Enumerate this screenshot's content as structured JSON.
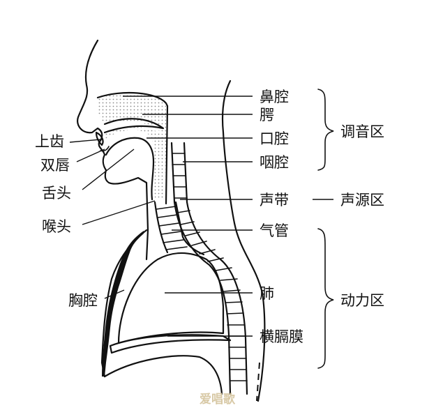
{
  "diagram": {
    "labels": {
      "nasal_cavity": "鼻腔",
      "palate": "腭",
      "oral_cavity": "口腔",
      "pharynx": "咽腔",
      "upper_teeth": "上齿",
      "lips": "双唇",
      "tongue": "舌头",
      "larynx": "喉头",
      "vocal_cords": "声带",
      "trachea": "气管",
      "chest_cavity": "胸腔",
      "lungs": "肺",
      "diaphragm": "横膈膜"
    },
    "groups": {
      "articulation": "调音区",
      "voice_source": "声源区",
      "power": "动力区"
    }
  },
  "watermark": "爱唱歌",
  "colors": {
    "ink": "#111111",
    "dots": "#8a8a8a",
    "watermark": "#d8c9a6"
  }
}
